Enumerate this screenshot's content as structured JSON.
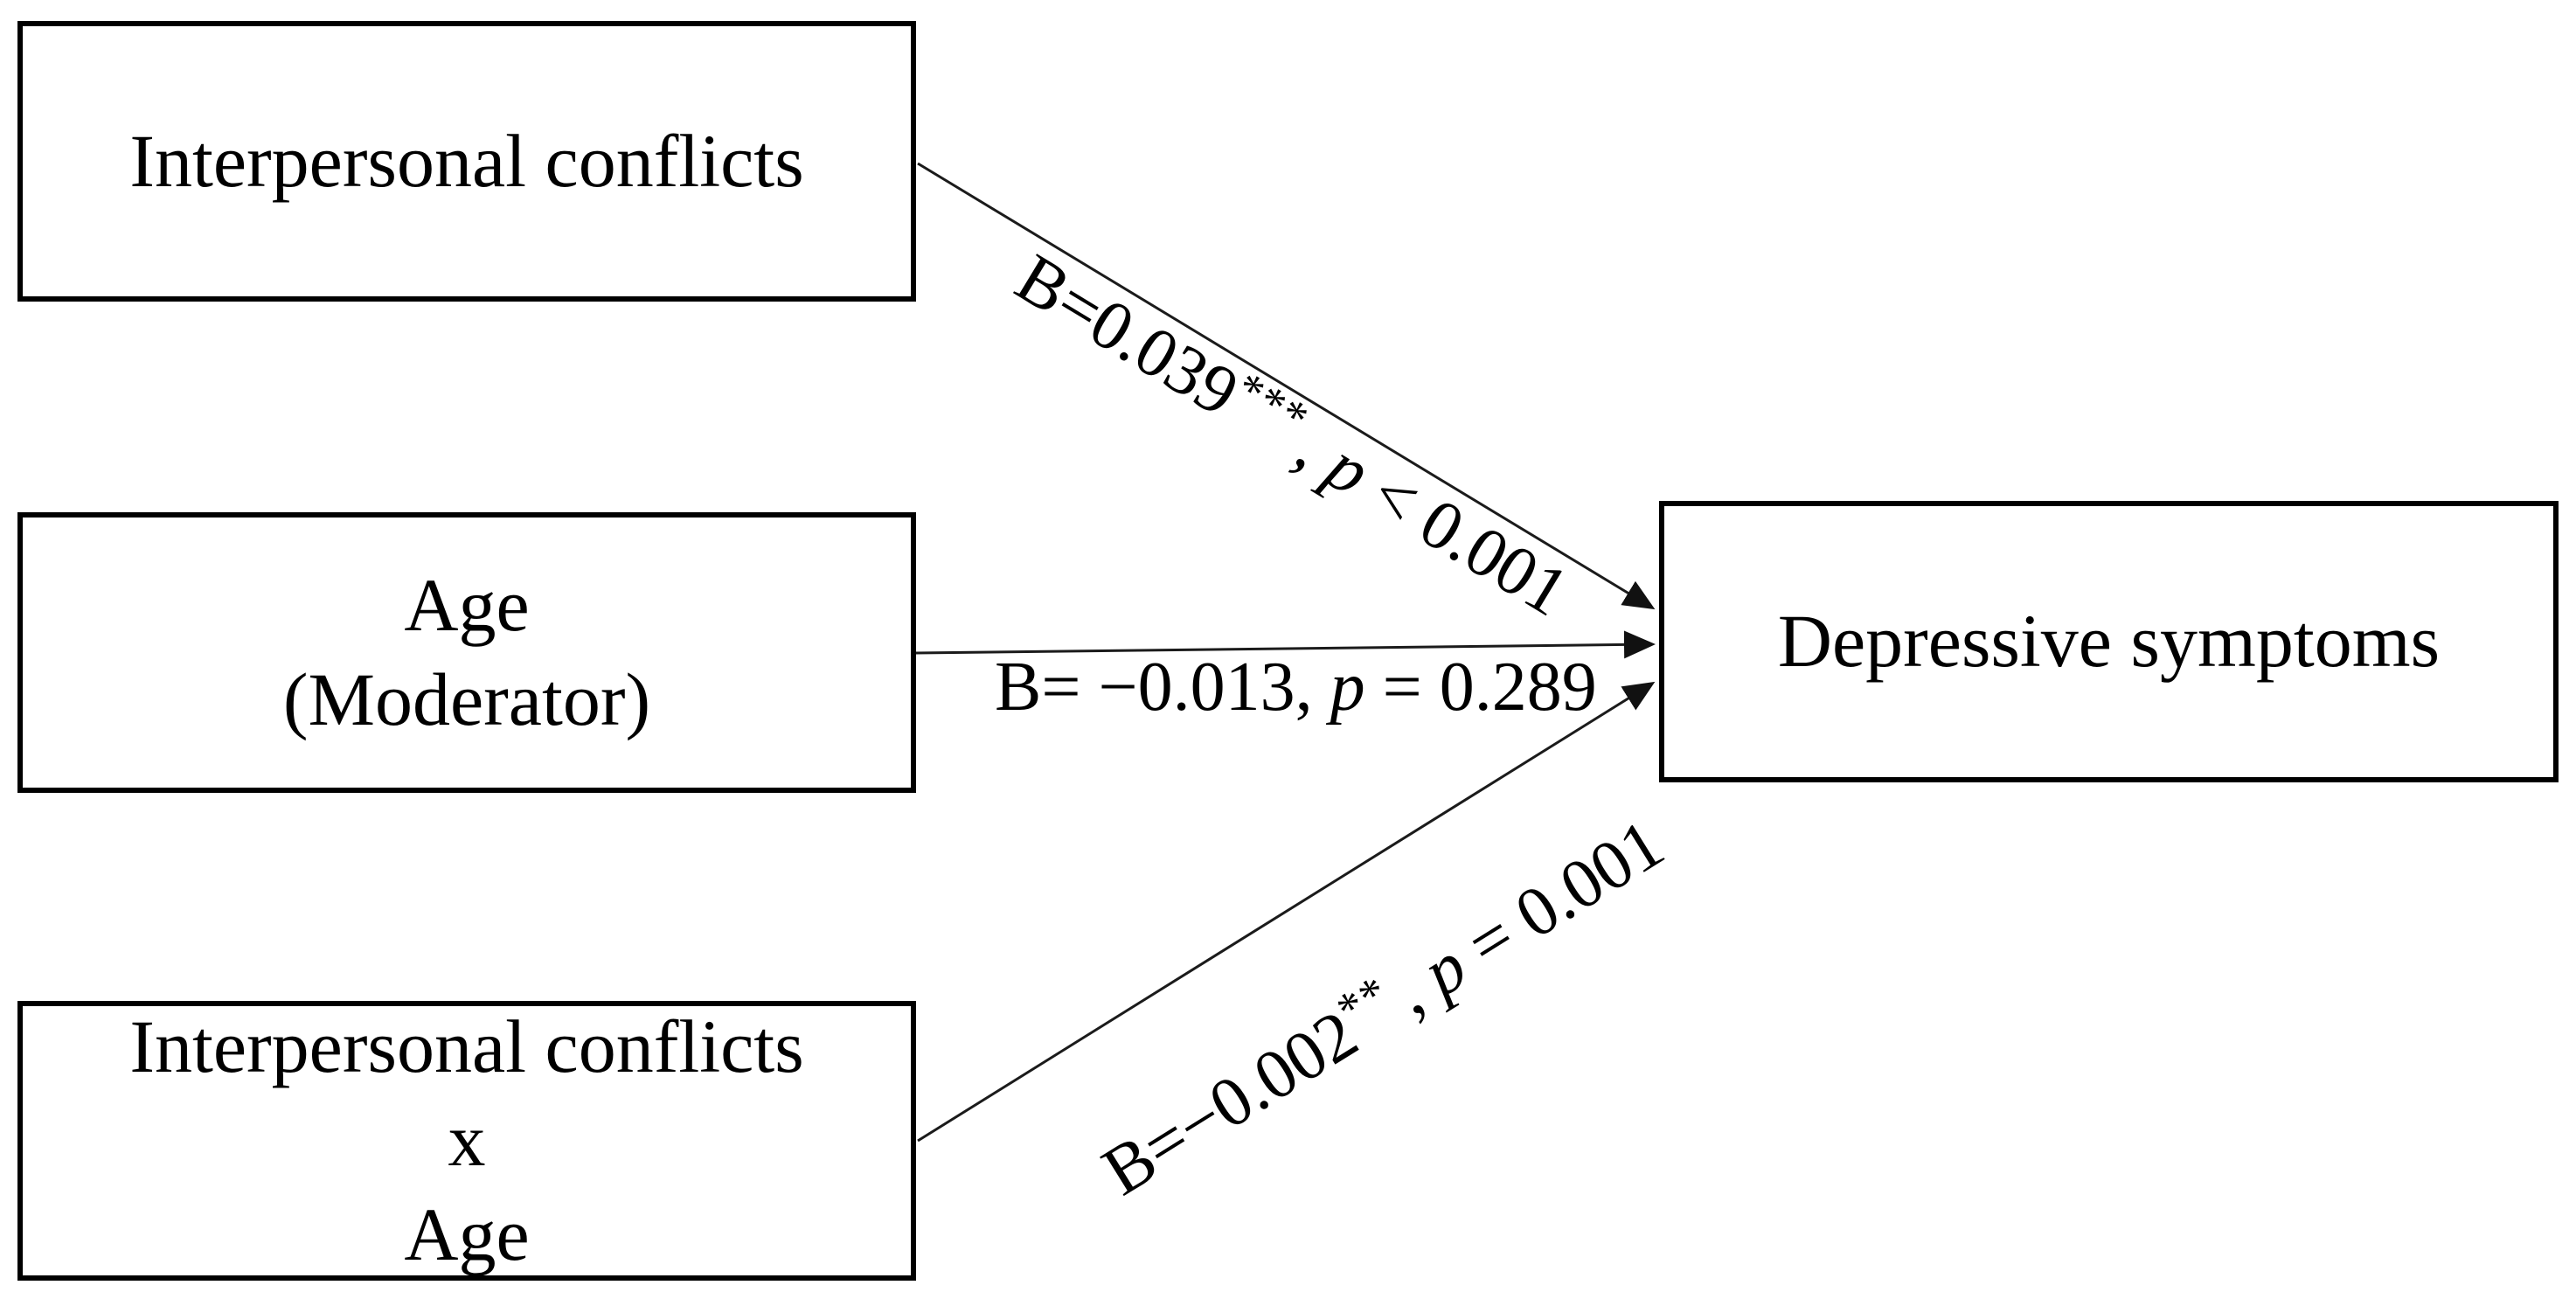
{
  "diagram": {
    "background_color": "#ffffff",
    "box_border_color": "#000000",
    "arrow_color": "#1b1b1b",
    "text_color": "#000000",
    "boxes": [
      {
        "name": "interpersonal-conflicts",
        "lines": [
          "Interpersonal conflicts"
        ]
      },
      {
        "name": "age-moderator",
        "lines": [
          "Age",
          "(Moderator)"
        ]
      },
      {
        "name": "interpersonal-conflicts-x-age",
        "lines": [
          "Interpersonal conflicts",
          "x",
          "Age"
        ]
      },
      {
        "name": "depressive-symptoms",
        "lines": [
          "Depressive symptoms"
        ]
      }
    ],
    "paths": [
      {
        "name": "interpersonal-conflicts-to-depressive-symptoms",
        "pre": "B=0.039",
        "stars": "***",
        "sep": ", ",
        "p": "p",
        "post": " < 0.001"
      },
      {
        "name": "age-to-depressive-symptoms",
        "pre": "B= −0.013",
        "stars": "",
        "sep": ", ",
        "p": "p",
        "post": " = 0.289"
      },
      {
        "name": "interaction-to-depressive-symptoms",
        "pre": "B=−0.002",
        "stars": "**",
        "sep": ", ",
        "p": "p",
        "post": " = 0.001"
      }
    ]
  }
}
